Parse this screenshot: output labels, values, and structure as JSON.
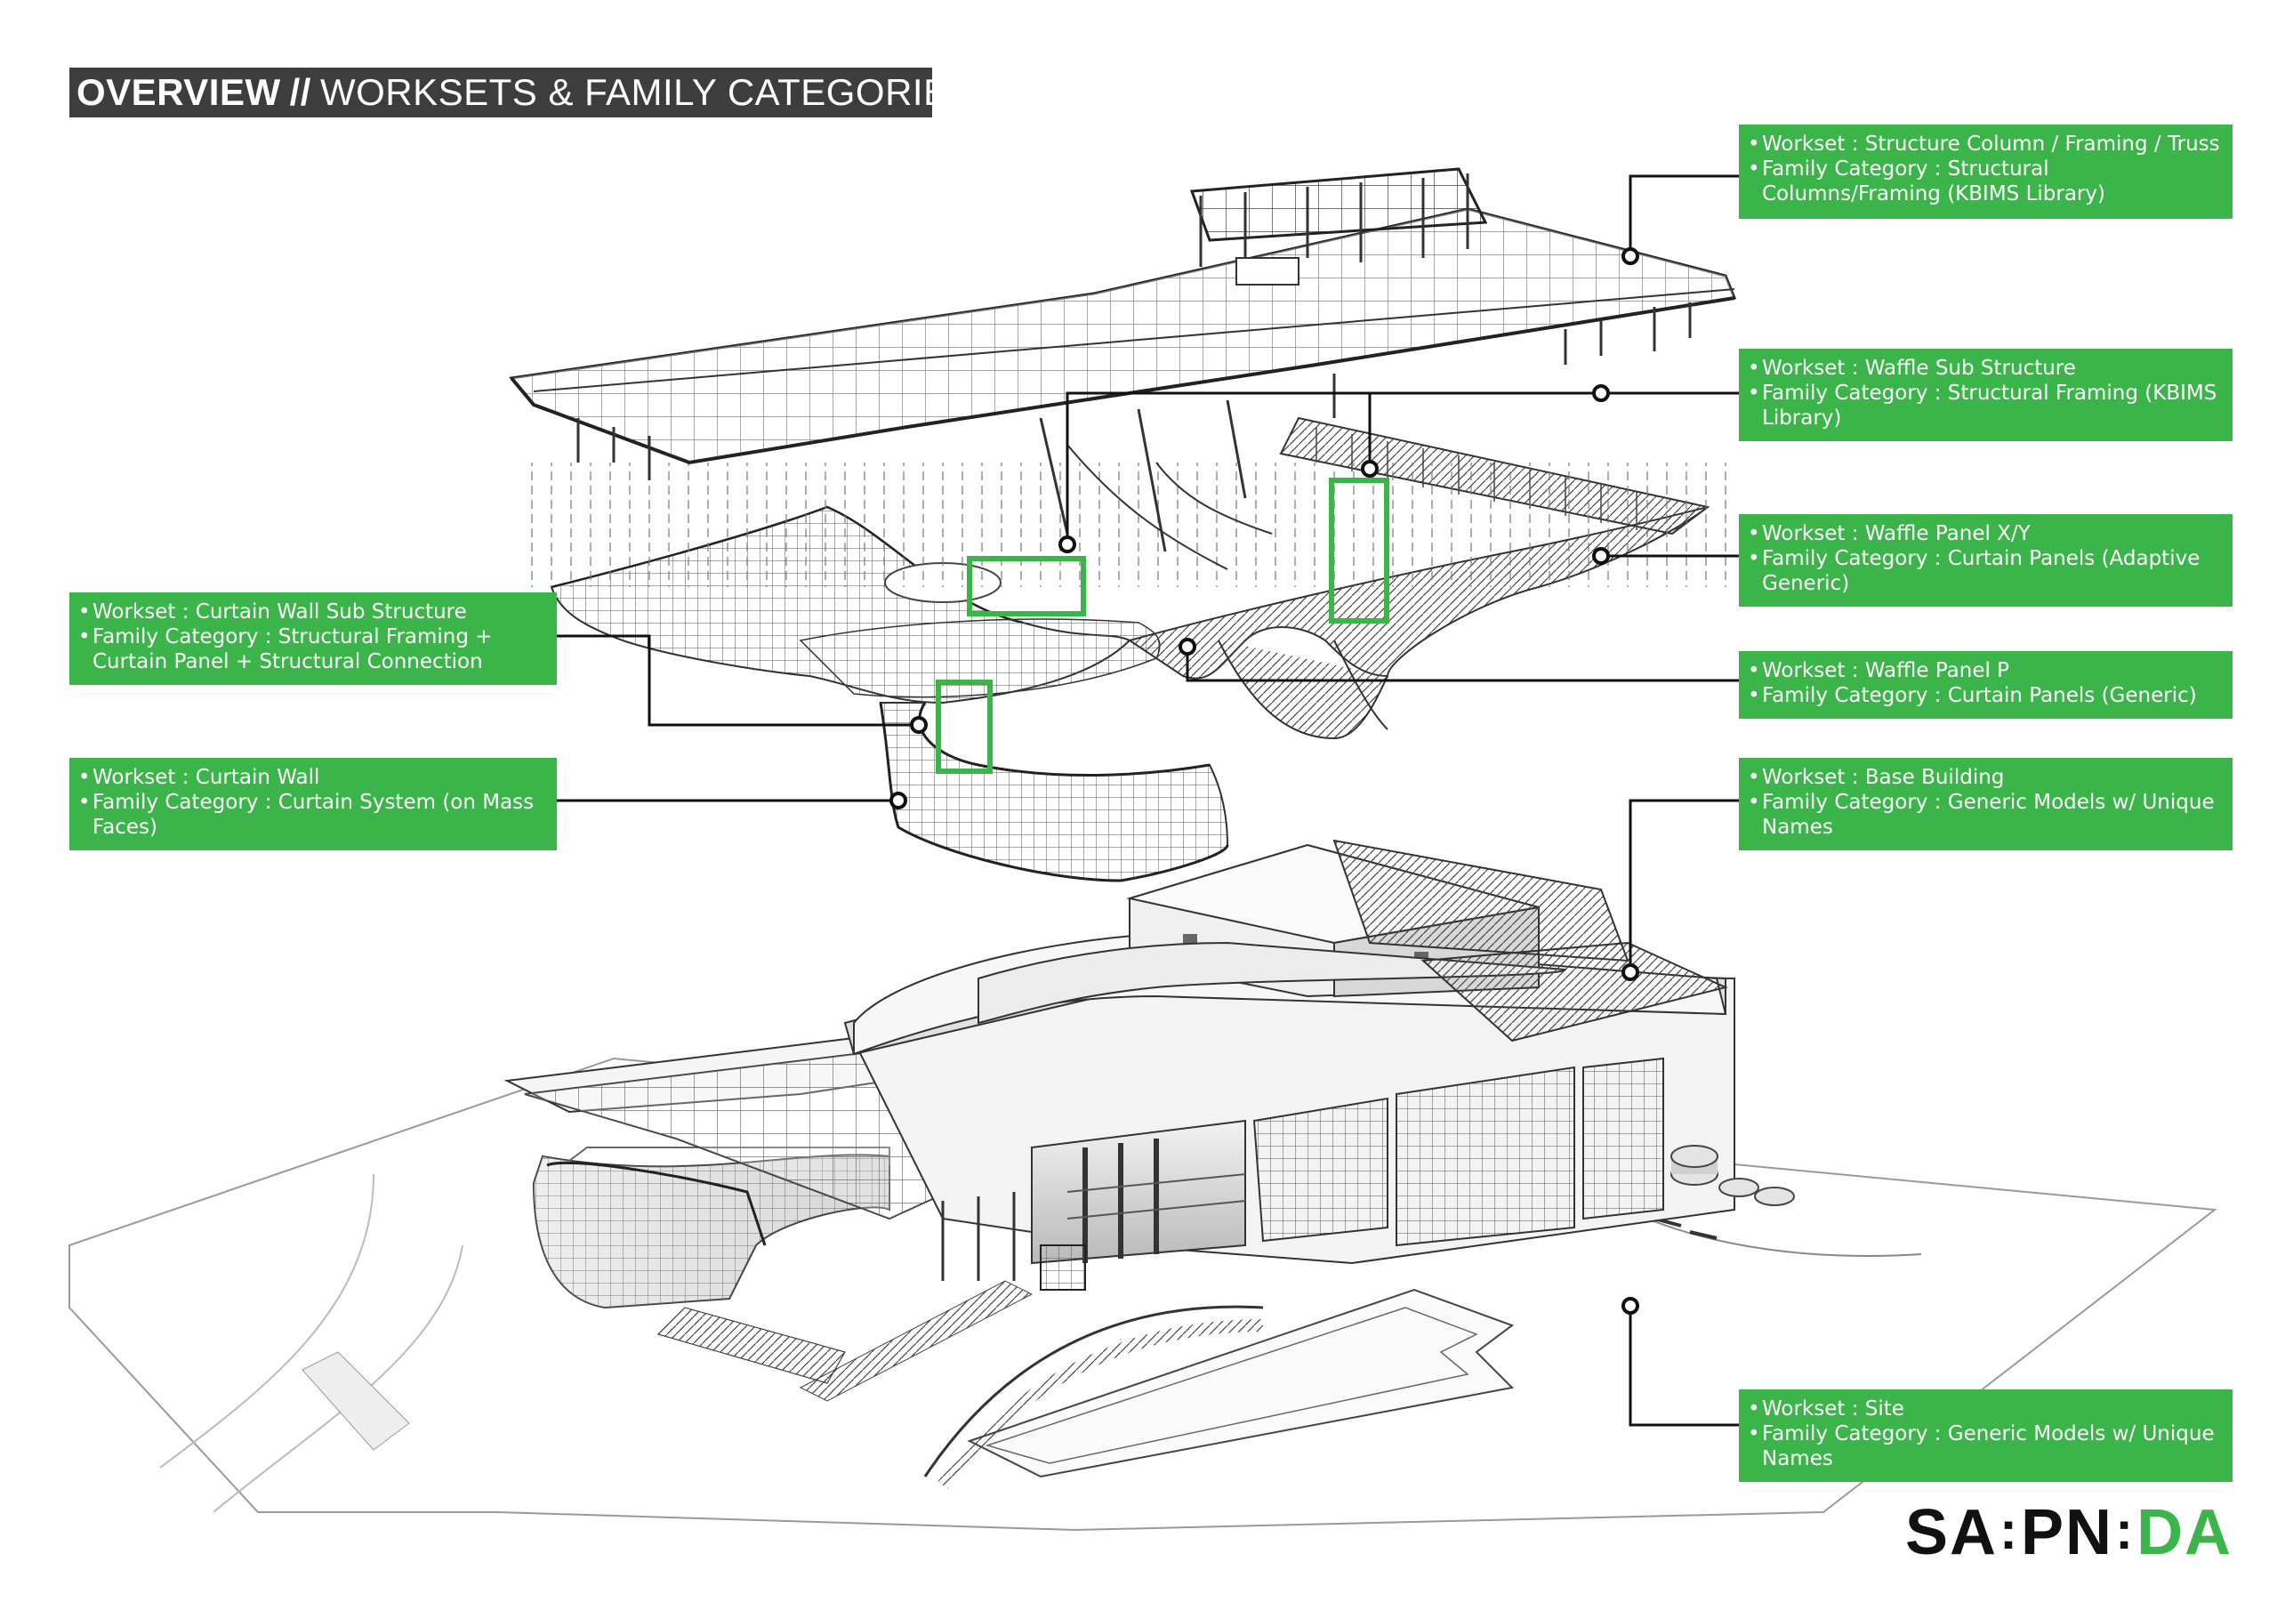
{
  "title": {
    "bold": "OVERVIEW",
    "separator": "//",
    "rest": "WORKSETS & FAMILY CATEGORIES"
  },
  "callouts": {
    "structure_column": {
      "line1": "Workset : Structure Column / Framing / Truss",
      "line2": "Family Category : Structural Columns/Framing (KBIMS Library)"
    },
    "waffle_sub": {
      "line1": "Workset : Waffle Sub Structure",
      "line2": "Family Category : Structural Framing (KBIMS Library)"
    },
    "waffle_xy": {
      "line1": "Workset : Waffle Panel X/Y",
      "line2": "Family Category : Curtain Panels (Adaptive Generic)"
    },
    "waffle_p": {
      "line1": "Workset : Waffle Panel P",
      "line2": "Family Category : Curtain Panels (Generic)"
    },
    "base_building": {
      "line1": "Workset : Base Building",
      "line2": "Family Category : Generic Models w/ Unique Names"
    },
    "site": {
      "line1": "Workset : Site",
      "line2": "Family Category : Generic Models w/ Unique Names"
    },
    "curtain_wall_sub": {
      "line1": "Workset : Curtain Wall Sub Structure",
      "line2": "Family Category : Structural Framing + Curtain Panel + Structural Connection"
    },
    "curtain_wall": {
      "line1": "Workset : Curtain Wall",
      "line2": "Family Category : Curtain System (on Mass Faces)"
    }
  },
  "logo": {
    "part1": "SA",
    "part2": "PN",
    "part3": "DA"
  },
  "colors": {
    "accent": "#3bb54a",
    "title_bg": "#3d3d3d",
    "line": "#111111"
  }
}
